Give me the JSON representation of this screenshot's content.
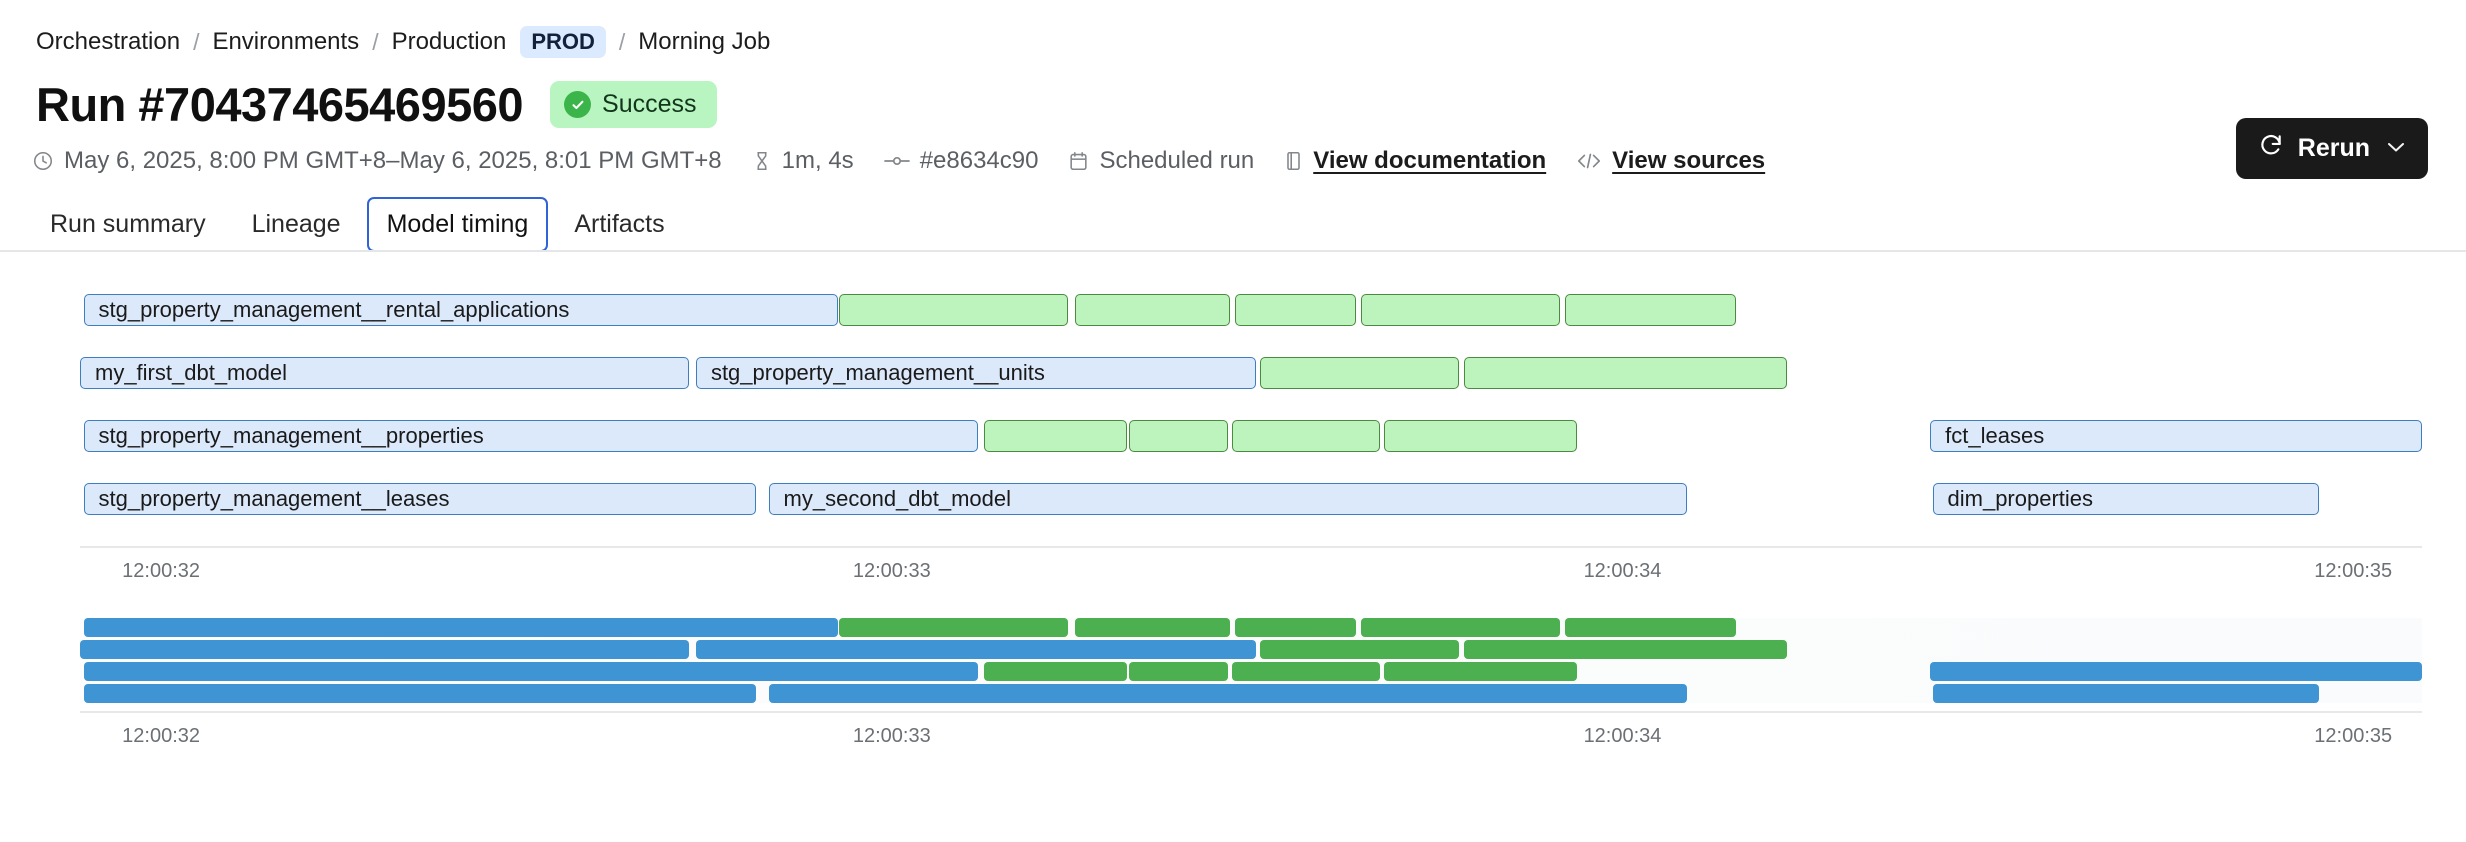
{
  "breadcrumb": {
    "items": [
      "Orchestration",
      "Environments",
      "Production",
      "Morning Job"
    ],
    "badge": "PROD",
    "separator": "/"
  },
  "header": {
    "title": "Run #70437465469560",
    "status": "Success",
    "status_color": "#b8f5c0",
    "rerun_label": "Rerun",
    "rerun_chevron": "⌄"
  },
  "meta": {
    "timerange": "May 6, 2025, 8:00 PM GMT+8–May 6, 2025, 8:01 PM GMT+8",
    "duration": "1m, 4s",
    "commit": "#e8634c90",
    "trigger": "Scheduled run",
    "docs_link": "View documentation",
    "sources_link": "View sources"
  },
  "tabs": [
    {
      "label": "Run summary",
      "selected": false
    },
    {
      "label": "Lineage",
      "selected": false
    },
    {
      "label": "Model timing",
      "selected": true
    },
    {
      "label": "Artifacts",
      "selected": false
    }
  ],
  "chart_data": {
    "type": "bar",
    "title": "Model timing",
    "xlabel": "",
    "ylabel": "",
    "grid": false,
    "legend": null,
    "axis_ticks": [
      "12:00:32",
      "12:00:33",
      "12:00:34",
      "12:00:35"
    ],
    "axis_tick_pct": [
      1.8,
      33.0,
      64.2,
      95.4
    ],
    "xlim_labels": [
      "12:00:32",
      "12:00:35"
    ],
    "colors": {
      "bar_blue_fill": "#dce9fb",
      "bar_blue_border": "#3d7ebf",
      "bar_green_fill": "#bdf3bd",
      "bar_green_border": "#4b8b3f",
      "mini_blue": "#3f95d3",
      "mini_green": "#4caf50"
    },
    "rows": [
      {
        "name": "row-1",
        "segments": [
          {
            "label": "stg_property_management__rental_applications",
            "color": "blue",
            "start_pct": 0.15,
            "width_pct": 32.2
          },
          {
            "label": "",
            "color": "green",
            "start_pct": 32.4,
            "width_pct": 9.8
          },
          {
            "label": "",
            "color": "green",
            "start_pct": 42.5,
            "width_pct": 6.6
          },
          {
            "label": "",
            "color": "green",
            "start_pct": 49.3,
            "width_pct": 5.2
          },
          {
            "label": "",
            "color": "green",
            "start_pct": 54.7,
            "width_pct": 8.5
          },
          {
            "label": "",
            "color": "green",
            "start_pct": 63.4,
            "width_pct": 7.3
          }
        ]
      },
      {
        "name": "row-2",
        "segments": [
          {
            "label": "my_first_dbt_model",
            "color": "blue",
            "start_pct": 0.0,
            "width_pct": 26.0
          },
          {
            "label": "stg_property_management__units",
            "color": "blue",
            "start_pct": 26.3,
            "width_pct": 23.9
          },
          {
            "label": "",
            "color": "green",
            "start_pct": 50.4,
            "width_pct": 8.5
          },
          {
            "label": "",
            "color": "green",
            "start_pct": 59.1,
            "width_pct": 13.8
          }
        ]
      },
      {
        "name": "row-3",
        "segments": [
          {
            "label": "stg_property_management__properties",
            "color": "blue",
            "start_pct": 0.15,
            "width_pct": 38.2
          },
          {
            "label": "",
            "color": "green",
            "start_pct": 38.6,
            "width_pct": 6.1
          },
          {
            "label": "",
            "color": "green",
            "start_pct": 44.8,
            "width_pct": 4.2
          },
          {
            "label": "",
            "color": "green",
            "start_pct": 49.2,
            "width_pct": 6.3
          },
          {
            "label": "",
            "color": "green",
            "start_pct": 55.7,
            "width_pct": 8.2
          },
          {
            "label": "fct_leases",
            "color": "blue",
            "start_pct": 79.0,
            "width_pct": 21.0
          }
        ]
      },
      {
        "name": "row-4",
        "segments": [
          {
            "label": "stg_property_management__leases",
            "color": "blue",
            "start_pct": 0.15,
            "width_pct": 28.7
          },
          {
            "label": "my_second_dbt_model",
            "color": "blue",
            "start_pct": 29.4,
            "width_pct": 39.2
          },
          {
            "label": "dim_properties",
            "color": "blue",
            "start_pct": 79.1,
            "width_pct": 16.5
          }
        ]
      }
    ],
    "minimap_rows": [
      {
        "name": "minimap-row-1",
        "segments": [
          {
            "color": "blue",
            "start_pct": 0.15,
            "width_pct": 32.2
          },
          {
            "color": "green",
            "start_pct": 32.4,
            "width_pct": 9.8
          },
          {
            "color": "green",
            "start_pct": 42.5,
            "width_pct": 6.6
          },
          {
            "color": "green",
            "start_pct": 49.3,
            "width_pct": 5.2
          },
          {
            "color": "green",
            "start_pct": 54.7,
            "width_pct": 8.5
          },
          {
            "color": "green",
            "start_pct": 63.4,
            "width_pct": 7.3
          }
        ]
      },
      {
        "name": "minimap-row-2",
        "segments": [
          {
            "color": "blue",
            "start_pct": 0.0,
            "width_pct": 26.0
          },
          {
            "color": "blue",
            "start_pct": 26.3,
            "width_pct": 23.9
          },
          {
            "color": "green",
            "start_pct": 50.4,
            "width_pct": 8.5
          },
          {
            "color": "green",
            "start_pct": 59.1,
            "width_pct": 13.8
          }
        ]
      },
      {
        "name": "minimap-row-3",
        "segments": [
          {
            "color": "blue",
            "start_pct": 0.15,
            "width_pct": 38.2
          },
          {
            "color": "green",
            "start_pct": 38.6,
            "width_pct": 6.1
          },
          {
            "color": "green",
            "start_pct": 44.8,
            "width_pct": 4.2
          },
          {
            "color": "green",
            "start_pct": 49.2,
            "width_pct": 6.3
          },
          {
            "color": "green",
            "start_pct": 55.7,
            "width_pct": 8.2
          },
          {
            "color": "blue",
            "start_pct": 79.0,
            "width_pct": 21.0
          }
        ]
      },
      {
        "name": "minimap-row-4",
        "segments": [
          {
            "color": "blue",
            "start_pct": 0.15,
            "width_pct": 28.7
          },
          {
            "color": "blue",
            "start_pct": 29.4,
            "width_pct": 39.2
          },
          {
            "color": "blue",
            "start_pct": 79.1,
            "width_pct": 16.5
          }
        ]
      }
    ],
    "minimap_axis_ticks": [
      "12:00:32",
      "12:00:33",
      "12:00:34",
      "12:00:35"
    ]
  }
}
